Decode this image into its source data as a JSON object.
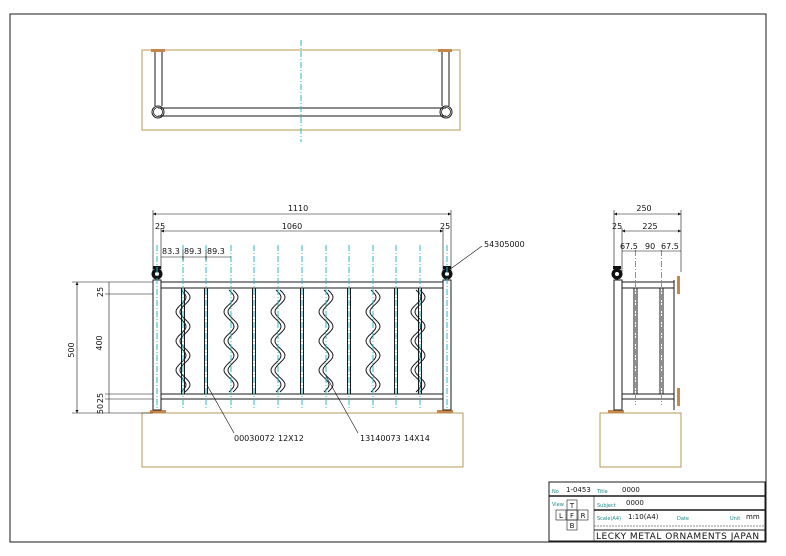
{
  "dimensions": {
    "front_overall_width": "1110",
    "front_inner_width": "1060",
    "front_left_offset": "25",
    "front_right_offset": "25",
    "bar_pitch_1": "83.3",
    "bar_pitch_2": "89.3",
    "bar_pitch_3": "89.3",
    "height_total": "500",
    "height_panel": "400",
    "height_top": "25",
    "height_lower": "25",
    "height_bottom": "50",
    "side_overall": "250",
    "side_offset": "25",
    "side_inner": "225",
    "side_a": "67.5",
    "side_b": "90",
    "side_c": "67.5"
  },
  "callouts": {
    "post_part": "54305000",
    "flat_bar_part": "00030072",
    "flat_bar_size": "12X12",
    "wave_bar_part": "13140073",
    "wave_bar_size": "14X14"
  },
  "title_block": {
    "no_label": "No",
    "drawing_no": "1-0453",
    "title_label": "Title",
    "title_value": "0000",
    "subject_label": "Subject",
    "subject_value": "0000",
    "view_label": "View",
    "scale_label": "Scale(A4)",
    "scale_value": "1:10(A4)",
    "date_label": "Date",
    "unit_label": "Unit",
    "unit_value": "mm",
    "view_t": "T",
    "view_l": "L",
    "view_f": "F",
    "view_r": "R",
    "view_b": "B",
    "maker": "LECKY METAL ORNAMENTS JAPAN"
  },
  "colors": {
    "line": "#1a1a1a",
    "centerline": "#29b8cc",
    "base_outline": "#b59a52",
    "cap": "#c8874a",
    "titleblock_text": "#1a8a8a"
  }
}
